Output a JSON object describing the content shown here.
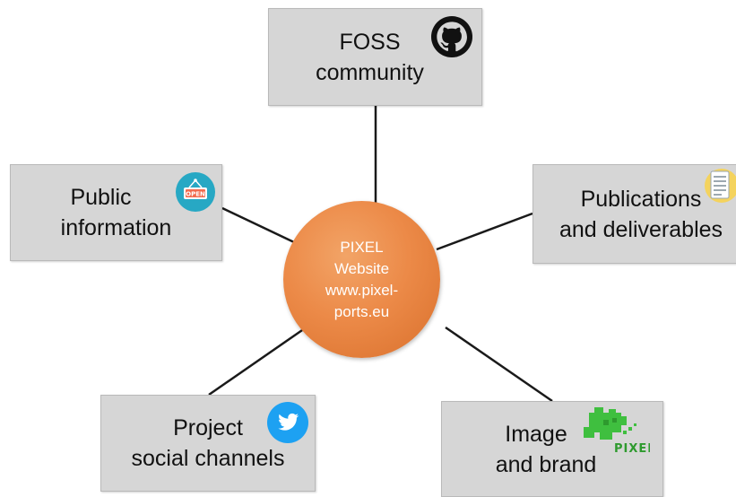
{
  "center": {
    "lines": [
      "PIXEL",
      "Website",
      "www.pixel-",
      "ports.eu"
    ],
    "color": "#ec8a48"
  },
  "nodes": {
    "foss": {
      "lines": [
        "FOSS",
        "community"
      ],
      "icon": "github-icon"
    },
    "public": {
      "lines": [
        "Public",
        "information"
      ],
      "icon": "open-sign-icon"
    },
    "publications": {
      "lines": [
        "Publications",
        "and deliverables"
      ],
      "icon": "document-list-icon"
    },
    "social": {
      "lines": [
        "Project",
        "social channels"
      ],
      "icon": "twitter-icon"
    },
    "image": {
      "lines": [
        "Image",
        "and brand"
      ],
      "icon": "pixel-logo-icon"
    }
  },
  "logo_text": "PIXEL",
  "colors": {
    "box_fill": "#d6d6d6",
    "connector": "#1a1a1a",
    "twitter_blue": "#1da1f2",
    "open_sign_teal": "#27a8c4",
    "pixel_green": "#3fbf3f"
  }
}
